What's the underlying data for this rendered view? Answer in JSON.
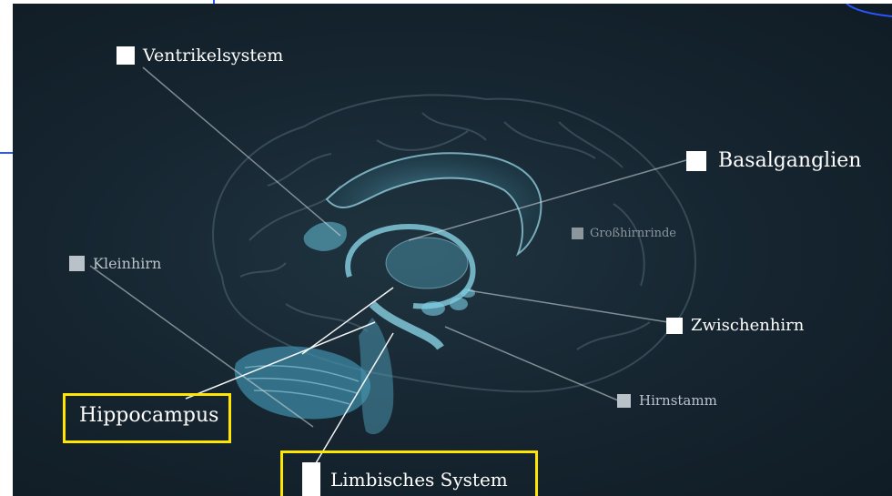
{
  "labels": {
    "ventrikelsystem": "Ventrikelsystem",
    "basalganglien": "Basalganglien",
    "grosshirnrinde": "Großhirnrinde",
    "kleinhirn": "Kleinhirn",
    "zwischenhirn": "Zwischenhirn",
    "hirnstamm": "Hirnstamm",
    "hippocampus": "Hippocampus",
    "limbisches_system": "Limbisches System"
  },
  "colors": {
    "background": "#15242f",
    "highlight": "#ffe600",
    "accent_blue": "#2a55ff",
    "structure_cyan": "#6fd0e6"
  }
}
